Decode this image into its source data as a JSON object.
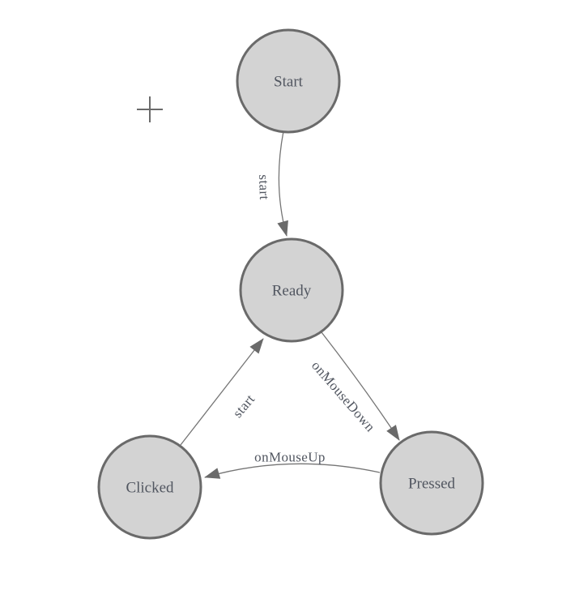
{
  "colors": {
    "background": "#ffffff",
    "node_fill": "#d3d3d3",
    "node_stroke": "#6a6a6a",
    "edge_stroke": "#757575",
    "arrow_fill": "#6a6a6a",
    "label_color": "#515660",
    "plus_color": "#6b6b6b"
  },
  "diagram": {
    "type": "state-machine",
    "icons": [
      {
        "name": "plus-icon"
      }
    ],
    "nodes": [
      {
        "id": "start",
        "label": "Start"
      },
      {
        "id": "ready",
        "label": "Ready"
      },
      {
        "id": "clicked",
        "label": "Clicked"
      },
      {
        "id": "pressed",
        "label": "Pressed"
      }
    ],
    "edges": [
      {
        "from": "start",
        "to": "ready",
        "label": "start"
      },
      {
        "from": "ready",
        "to": "pressed",
        "label": "onMouseDown"
      },
      {
        "from": "clicked",
        "to": "ready",
        "label": "start"
      },
      {
        "from": "pressed",
        "to": "clicked",
        "label": "onMouseUp"
      }
    ]
  }
}
